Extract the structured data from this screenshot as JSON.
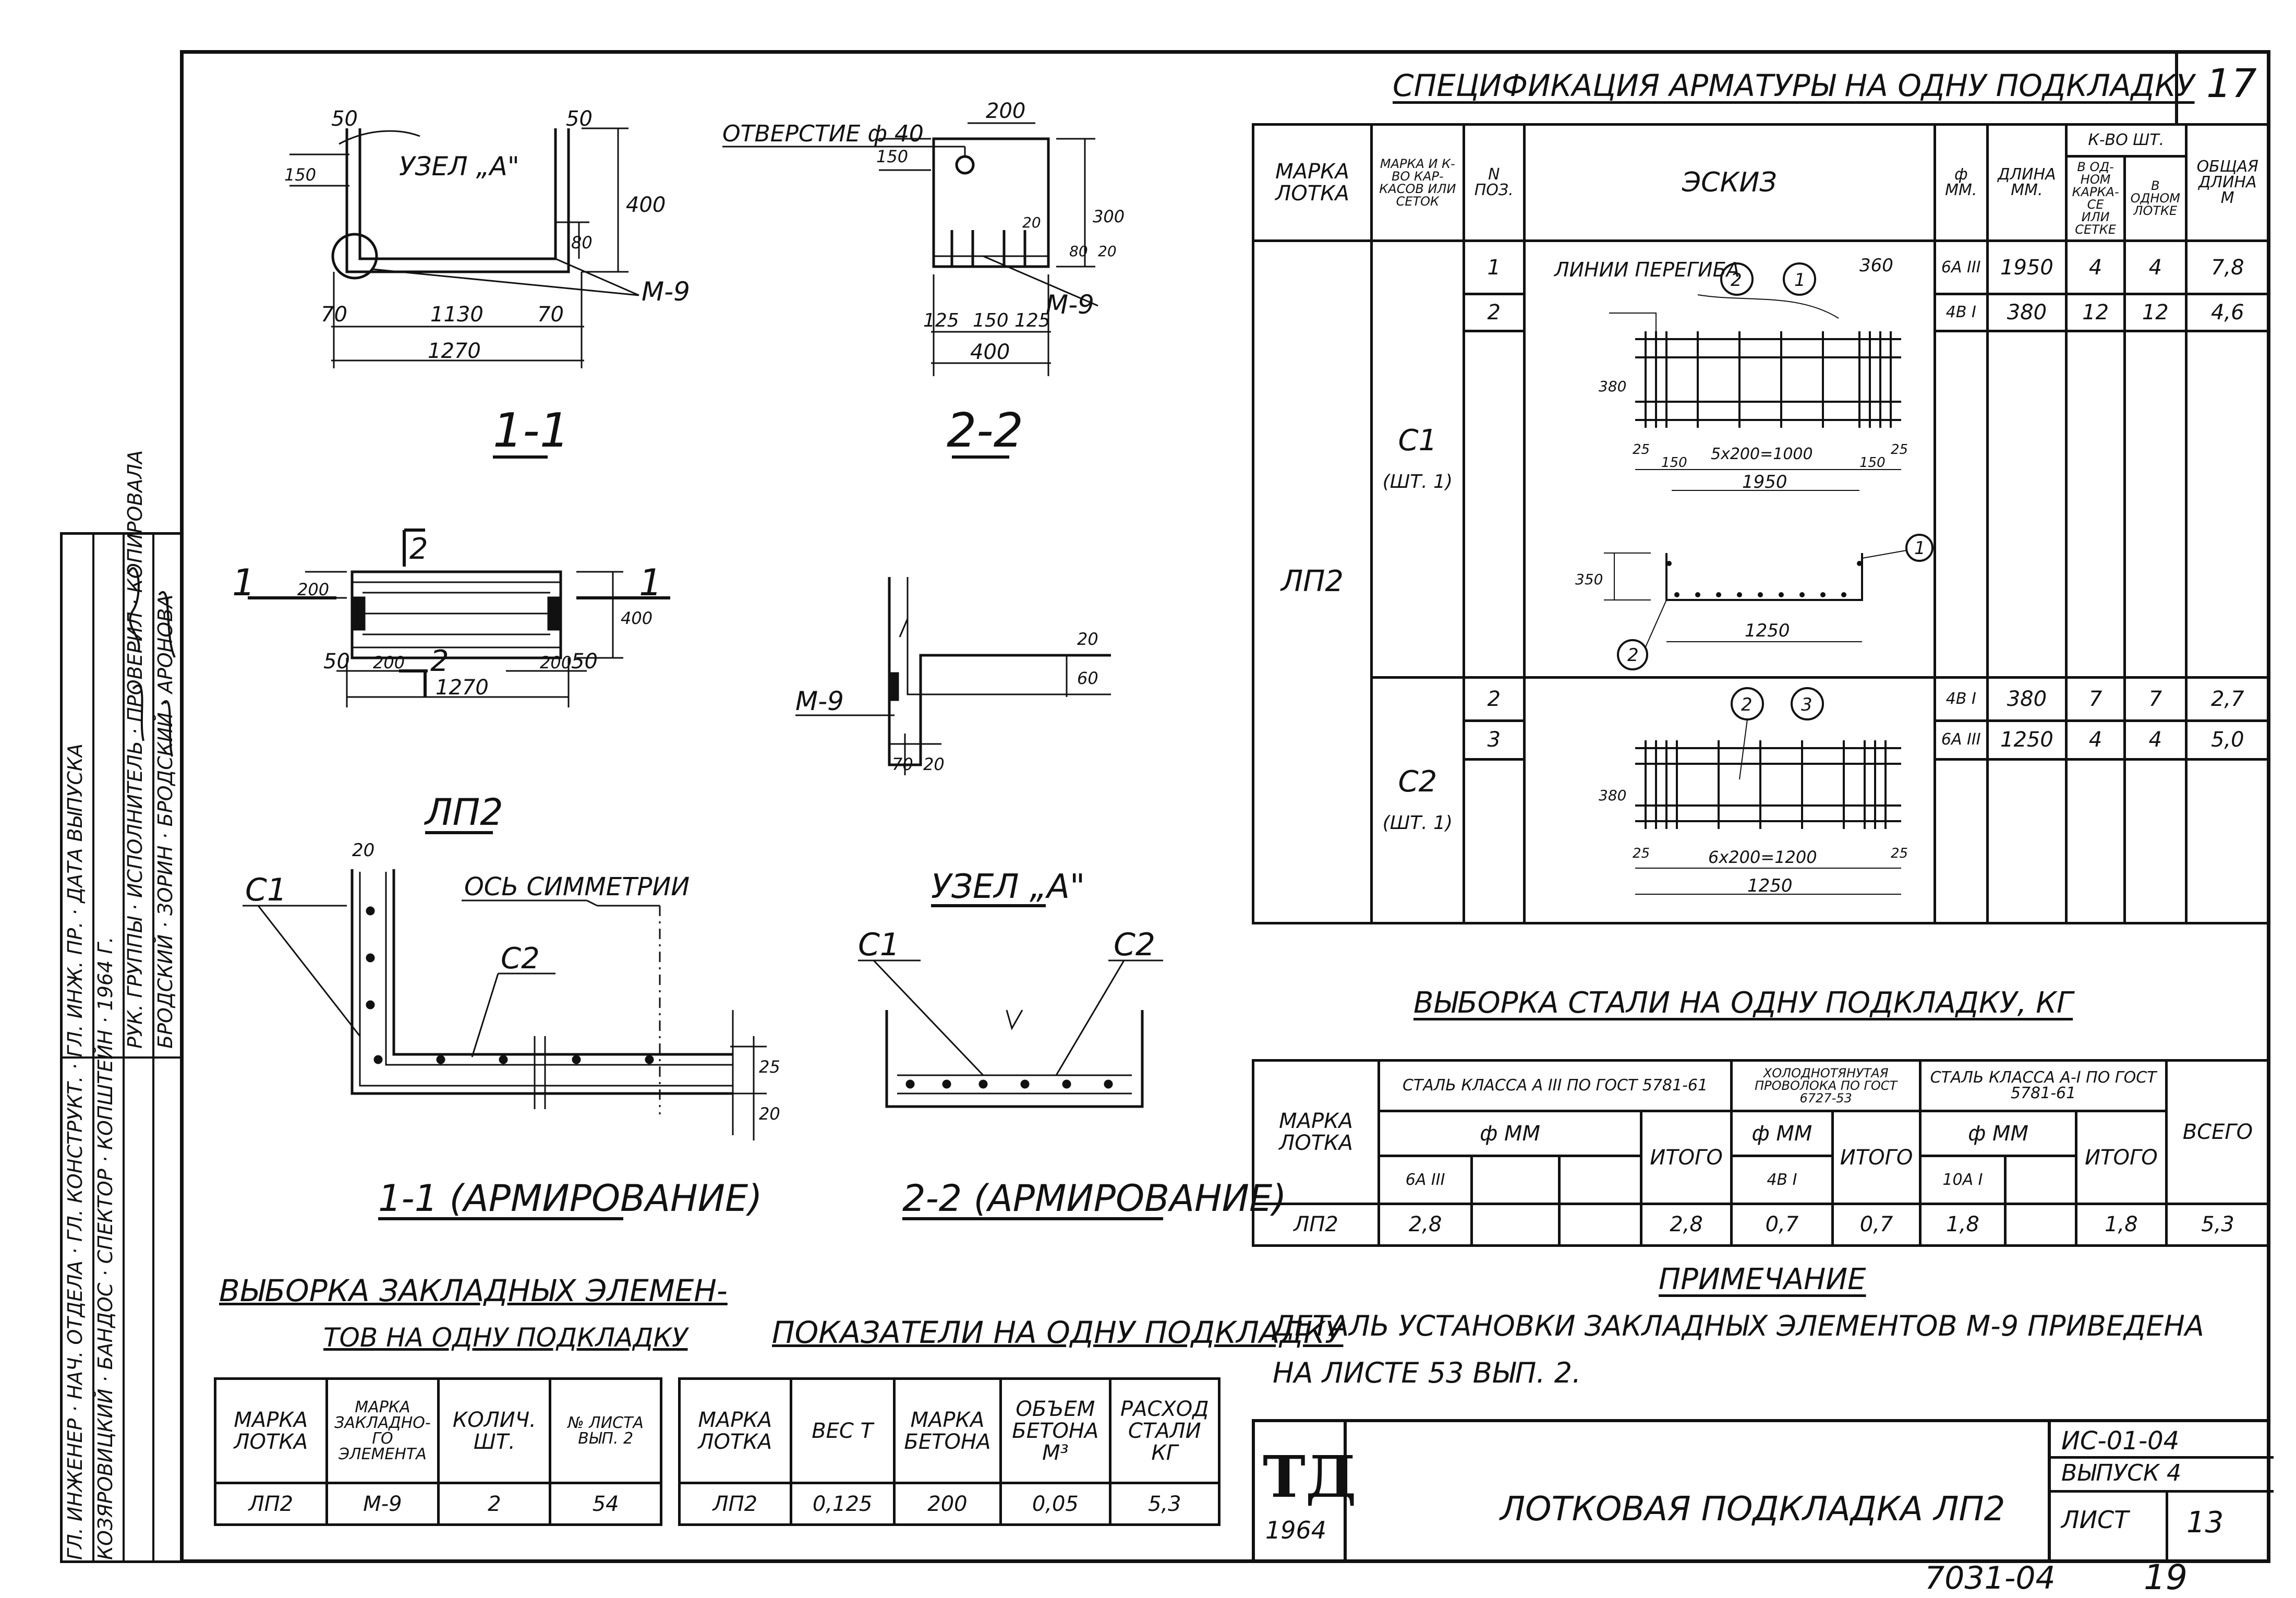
{
  "sheet": {
    "page_number": "17",
    "bottom_code": "7031-04",
    "bottom_page": "19"
  },
  "drawings": {
    "section_1_1_label": "1-1",
    "section_2_2_label": "2-2",
    "plan_label": "ЛП2",
    "node_label": "УЗЕЛ „А\"",
    "section_1_1_reinf_label": "1-1 (АРМИРОВАНИЕ)",
    "section_2_2_reinf_label": "2-2 (АРМИРОВАНИЕ)",
    "node_a_callout": "УЗЕЛ „А\"",
    "hole_callout": "ОТВЕРСТИЕ ф 40",
    "m9": "М-9",
    "symmetry_axis": "ОСЬ СИММЕТРИИ",
    "c1": "С1",
    "c2": "С2",
    "dims_1_1": [
      "50",
      "50",
      "150",
      "400",
      "80",
      "70",
      "1130",
      "70",
      "1270"
    ],
    "dims_2_2": [
      "200",
      "150",
      "20",
      "300",
      "80",
      "20",
      "125",
      "150",
      "125",
      "400"
    ],
    "dims_plan": [
      "1",
      "2",
      "1",
      "200",
      "400",
      "50",
      "200",
      "200",
      "50",
      "1270"
    ],
    "dims_node": [
      "20",
      "60",
      "70",
      "20"
    ],
    "dims_reinf": [
      "20",
      "25",
      "20"
    ]
  },
  "spec_table": {
    "title": "СПЕЦИФИКАЦИЯ АРМАТУРЫ НА ОДНУ ПОДКЛАДКУ",
    "headers": {
      "mark": "МАРКА ЛОТКА",
      "cage": "МАРКА И К-ВО КАР-КАСОВ ИЛИ СЕТОК",
      "pos": "N ПОЗ.",
      "sketch": "ЭСКИЗ",
      "dia": "ф ММ.",
      "len": "ДЛИНА ММ.",
      "qty": "К-ВО ШТ.",
      "qty_cage": "В ОД-НОМ КАРКА-СЕ ИЛИ СЕТКЕ",
      "qty_tray": "В ОДНОМ ЛОТКЕ",
      "total": "ОБЩАЯ ДЛИНА М"
    },
    "tray_mark": "ЛП2",
    "cages": [
      {
        "name": "С1",
        "count": "(ШТ. 1)",
        "rows": [
          {
            "pos": "1",
            "dia": "6А III",
            "len": "1950",
            "q1": "4",
            "q2": "4",
            "total": "7,8"
          },
          {
            "pos": "2",
            "dia": "4В I",
            "len": "380",
            "q1": "12",
            "q2": "12",
            "total": "4,6"
          }
        ],
        "sketch_labels": [
          "ЛИНИИ ПЕРЕГИБА",
          "2",
          "1",
          "360",
          "380",
          "25",
          "150",
          "5x200=1000",
          "150",
          "25",
          "1950",
          "350",
          "1",
          "2",
          "1250"
        ]
      },
      {
        "name": "С2",
        "count": "(ШТ. 1)",
        "rows": [
          {
            "pos": "2",
            "dia": "4В I",
            "len": "380",
            "q1": "7",
            "q2": "7",
            "total": "2,7"
          },
          {
            "pos": "3",
            "dia": "6А III",
            "len": "1250",
            "q1": "4",
            "q2": "4",
            "total": "5,0"
          }
        ],
        "sketch_labels": [
          "2",
          "3",
          "380",
          "25",
          "6x200=1200",
          "25",
          "1250"
        ]
      }
    ]
  },
  "steel_table": {
    "title": "ВЫБОРКА СТАЛИ НА ОДНУ ПОДКЛАДКУ, КГ",
    "mark_header": "МАРКА ЛОТКА",
    "group1": "СТАЛЬ КЛАССА А III ПО ГОСТ 5781-61",
    "group2": "ХОЛОДНОТЯНУТАЯ ПРОВОЛОКА ПО ГОСТ 6727-53",
    "group3": "СТАЛЬ КЛАССА А-I ПО ГОСТ 5781-61",
    "dia_mm": "ф ММ",
    "itogo": "ИТОГО",
    "vsego": "ВСЕГО",
    "sub1": "6А III",
    "sub2": "4В I",
    "sub3": "10А I",
    "row": {
      "mark": "ЛП2",
      "a3": "2,8",
      "a3_total": "2,8",
      "vi": "0,7",
      "vi_total": "0,7",
      "a1": "1,8",
      "a1_total": "1,8",
      "all": "5,3"
    }
  },
  "note": {
    "title": "ПРИМЕЧАНИЕ",
    "line1": "ДЕТАЛЬ УСТАНОВКИ ЗАКЛАДНЫХ ЭЛЕМЕНТОВ М-9 ПРИВЕДЕНА",
    "line2": "НА ЛИСТЕ 53 ВЫП. 2."
  },
  "embed_table": {
    "title1": "ВЫБОРКА ЗАКЛАДНЫХ ЭЛЕМЕН-",
    "title2": "ТОВ НА ОДНУ ПОДКЛАДКУ",
    "headers": [
      "МАРКА ЛОТКА",
      "МАРКА ЗАКЛАДНО-ГО ЭЛЕМЕНТА",
      "КОЛИЧ. ШТ.",
      "№ ЛИСТА ВЫП. 2"
    ],
    "row": [
      "ЛП2",
      "М-9",
      "2",
      "54"
    ]
  },
  "indicators_table": {
    "title": "ПОКАЗАТЕЛИ НА ОДНУ ПОДКЛАДКУ",
    "headers": [
      "МАРКА ЛОТКА",
      "ВЕС Т",
      "МАРКА БЕТОНА",
      "ОБЪЕМ БЕТОНА М³",
      "РАСХОД СТАЛИ КГ"
    ],
    "row": [
      "ЛП2",
      "0,125",
      "200",
      "0,05",
      "5,3"
    ]
  },
  "title_block": {
    "logo": "ТД",
    "logo_year": "1964",
    "name": "ЛОТКОВАЯ ПОДКЛАДКА ЛП2",
    "code": "ИС-01-04",
    "issue": "ВЫПУСК 4",
    "sheet_label": "ЛИСТ",
    "sheet_no": "13"
  },
  "side_stamp": {
    "col1": [
      "ГЛ. ИНЖЕНЕР",
      "НАЧ. ОТДЕЛА",
      "ГЛ. КОНСТРУКТ.",
      "ГЛ. ИНЖ. ПР.",
      "ДАТА ВЫПУСКА"
    ],
    "col2": [
      "КОЗЯРОВИЦКИЙ",
      "БАНДОС",
      "СПЕКТОР",
      "КОПШТЕЙН",
      "1964 Г."
    ],
    "col3": [
      "РУК. ГРУППЫ",
      "ИСПОЛНИТЕЛЬ",
      "ПРОВЕРИЛ",
      "КОПИРОВАЛА"
    ],
    "col4": [
      "БРОДСКИЙ",
      "ЗОРИН",
      "БРОДСКИЙ",
      "АРОНОВА"
    ]
  }
}
